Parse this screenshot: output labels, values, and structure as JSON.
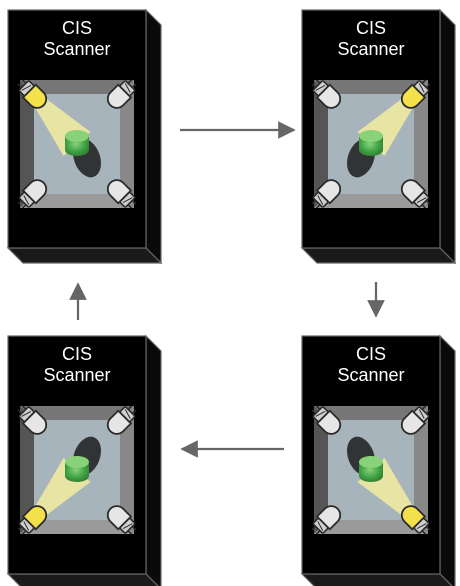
{
  "colors": {
    "box_face": "#000000",
    "box_edge": "#1a1a1a",
    "box_side": "#0a0a0a",
    "outline": "#666666",
    "label": "#ffffff",
    "window_back": "#a8b4bc",
    "window_wall_left": "#555555",
    "window_wall_top": "#777777",
    "window_wall_right": "#888888",
    "window_wall_bottom": "#9a9a9a",
    "led_off": "#e6e6e6",
    "led_on": "#f3e04a",
    "led_base": "#cfcfcf",
    "light_beam": "#f3ec9f",
    "object_green": "#43a647",
    "object_highlight": "#8ad27a",
    "object_dark": "#2e7d32",
    "arrow": "#666666"
  },
  "icons": {
    "led": "led-icon",
    "object": "cylinder-object-icon",
    "arrow": "arrow-icon"
  },
  "scanners": [
    {
      "label_line1": "CIS",
      "label_line2": "Scanner",
      "active_led": "top-left"
    },
    {
      "label_line1": "CIS",
      "label_line2": "Scanner",
      "active_led": "top-right"
    },
    {
      "label_line1": "CIS",
      "label_line2": "Scanner",
      "active_led": "bottom-right"
    },
    {
      "label_line1": "CIS",
      "label_line2": "Scanner",
      "active_led": "bottom-left"
    }
  ],
  "flow": [
    {
      "from": 0,
      "to": 1,
      "direction": "right"
    },
    {
      "from": 1,
      "to": 2,
      "direction": "down"
    },
    {
      "from": 2,
      "to": 3,
      "direction": "left"
    },
    {
      "from": 3,
      "to": 0,
      "direction": "up"
    }
  ]
}
